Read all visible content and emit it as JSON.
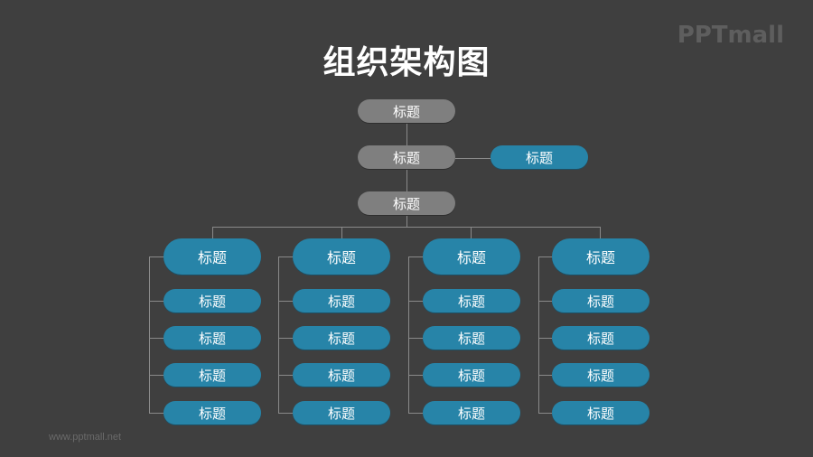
{
  "title": "组织架构图",
  "logo": "PPTmall",
  "footer": "www.pptmall.net",
  "colors": {
    "background": "#3f3f3f",
    "gray_node": "#7f7f7f",
    "blue_node": "#2784a8",
    "connector": "#8a8a8a"
  },
  "top_chain": [
    {
      "label": "标题"
    },
    {
      "label": "标题"
    },
    {
      "label": "标题"
    }
  ],
  "side_node": {
    "label": "标题"
  },
  "columns": [
    {
      "header": "标题",
      "items": [
        "标题",
        "标题",
        "标题",
        "标题"
      ]
    },
    {
      "header": "标题",
      "items": [
        "标题",
        "标题",
        "标题",
        "标题"
      ]
    },
    {
      "header": "标题",
      "items": [
        "标题",
        "标题",
        "标题",
        "标题"
      ]
    },
    {
      "header": "标题",
      "items": [
        "标题",
        "标题",
        "标题",
        "标题"
      ]
    }
  ]
}
